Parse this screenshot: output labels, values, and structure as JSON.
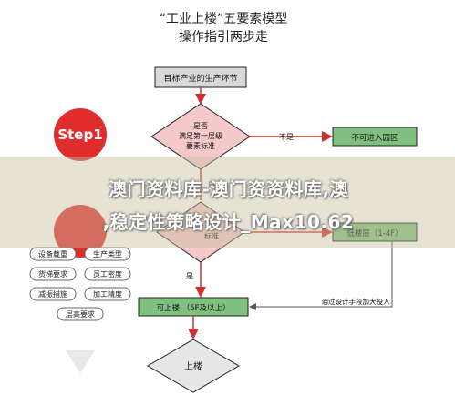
{
  "title": {
    "line1": "“工业上楼”五要素模型",
    "line2": "操作指引两步走"
  },
  "steps": {
    "step1": "Step1"
  },
  "flow": {
    "start": "目标产业的生产环节",
    "decision1": [
      "是否",
      "满足第一层级",
      "要素标准"
    ],
    "no_label": "不是",
    "reject": "不可进入园区",
    "yes_label": "是",
    "decision2_fragment": "标准",
    "partial_box": "低楼层（1-4F）",
    "up_box": "可上楼 （5F及以上）",
    "investment_note": "通过设计手段加大投入",
    "final": "上楼"
  },
  "factors": [
    [
      "设备载重",
      "生产类型"
    ],
    [
      "货梯要求",
      "员工密度"
    ],
    [
      "减振措施",
      "加工精度"
    ],
    [
      "层高要求"
    ]
  ],
  "overlay": {
    "line1": "澳门资料库-澳门资资料库,澳",
    "line2": ",稳定性策略设计_Max10.62"
  },
  "colors": {
    "gray_box": "#d9d9d9",
    "pink_diamond": "#f5c9c9",
    "green_box": "#7fbf7f",
    "red_circle": "#e12c2c",
    "arrow_red": "#d23030"
  }
}
